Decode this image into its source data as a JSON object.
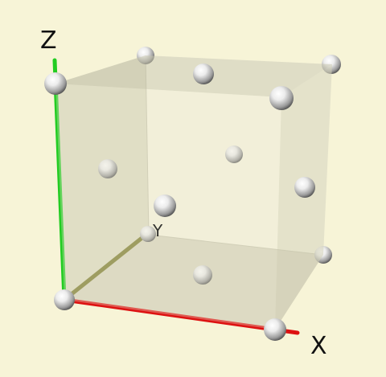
{
  "background_color": "#f7f4d7",
  "axes": {
    "x": {
      "label": "X",
      "color": "#dd1111"
    },
    "y": {
      "label": "Y",
      "color": "#7a7a2a"
    },
    "z": {
      "label": "Z",
      "color": "#22cc22"
    }
  },
  "lattice": {
    "type": "face-centered cubic",
    "atom_color": "#d8d8d8",
    "corner_atoms": 8,
    "face_atoms": 6
  }
}
